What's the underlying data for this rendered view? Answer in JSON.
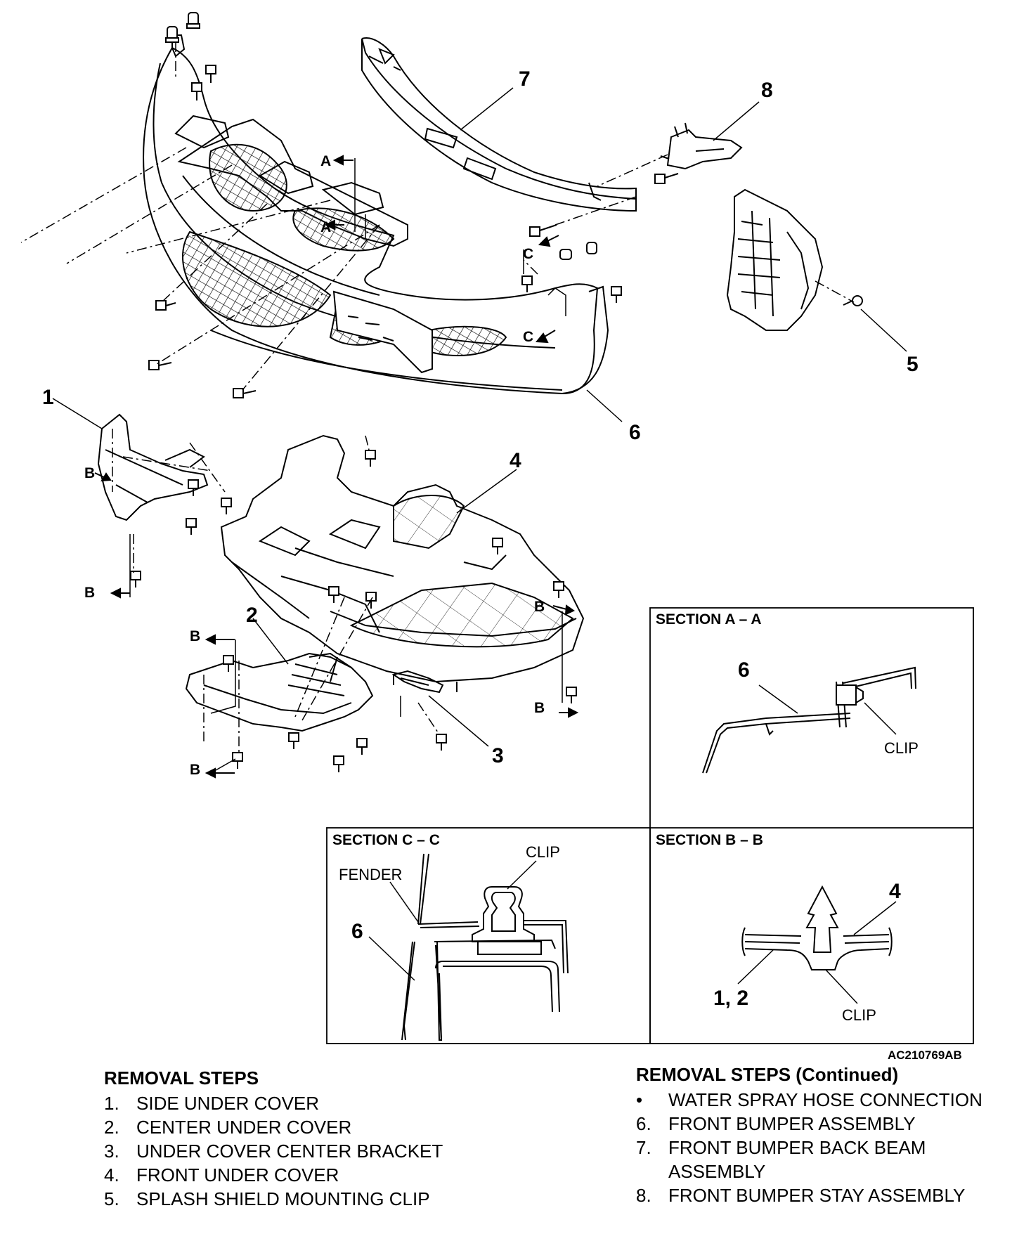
{
  "callouts": {
    "c1": "1",
    "c2": "2",
    "c3": "3",
    "c4": "4",
    "c5": "5",
    "c6": "6",
    "c7": "7",
    "c8": "8"
  },
  "view_markers": {
    "a": "A",
    "b": "B",
    "c": "C"
  },
  "sections": {
    "aa": {
      "title": "SECTION A – A",
      "part": "6",
      "clip": "CLIP"
    },
    "cc": {
      "title": "SECTION C – C",
      "clip": "CLIP",
      "fender": "FENDER",
      "part": "6"
    },
    "bb": {
      "title": "SECTION B – B",
      "part_top": "4",
      "part_bottom": "1, 2",
      "clip": "CLIP"
    }
  },
  "figure_number": "AC210769AB",
  "removal_steps": {
    "title": "REMOVAL STEPS",
    "items": [
      {
        "no": "1.",
        "text": "SIDE UNDER COVER"
      },
      {
        "no": "2.",
        "text": "CENTER UNDER COVER"
      },
      {
        "no": "3.",
        "text": "UNDER COVER CENTER BRACKET"
      },
      {
        "no": "4.",
        "text": "FRONT UNDER COVER"
      },
      {
        "no": "5.",
        "text": "SPLASH SHIELD MOUNTING CLIP"
      }
    ]
  },
  "removal_steps_continued": {
    "title": "REMOVAL STEPS (Continued)",
    "items": [
      {
        "no": "•",
        "text": "WATER SPRAY HOSE CONNECTION"
      },
      {
        "no": "6.",
        "text": "FRONT BUMPER ASSEMBLY"
      },
      {
        "no": "7.",
        "text": "FRONT BUMPER BACK BEAM ASSEMBLY"
      },
      {
        "no": "8.",
        "text": "FRONT BUMPER STAY ASSEMBLY"
      }
    ]
  }
}
